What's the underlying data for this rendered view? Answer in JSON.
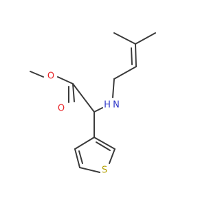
{
  "molecule": {
    "atoms": {
      "oxygen_methoxy": {
        "label": "O",
        "color": "#e8262a"
      },
      "oxygen_carbonyl": {
        "label": "O",
        "color": "#e8262a"
      },
      "nitrogen_amine": {
        "label": "N",
        "color": "#2a33c8"
      },
      "hydrogen_amine": {
        "label": "H",
        "color": "#2a33c8"
      },
      "sulfur_thiophene": {
        "label": "S",
        "color": "#b3a000"
      }
    },
    "bond_color": "#3a3a3a",
    "background": "#ffffff"
  }
}
